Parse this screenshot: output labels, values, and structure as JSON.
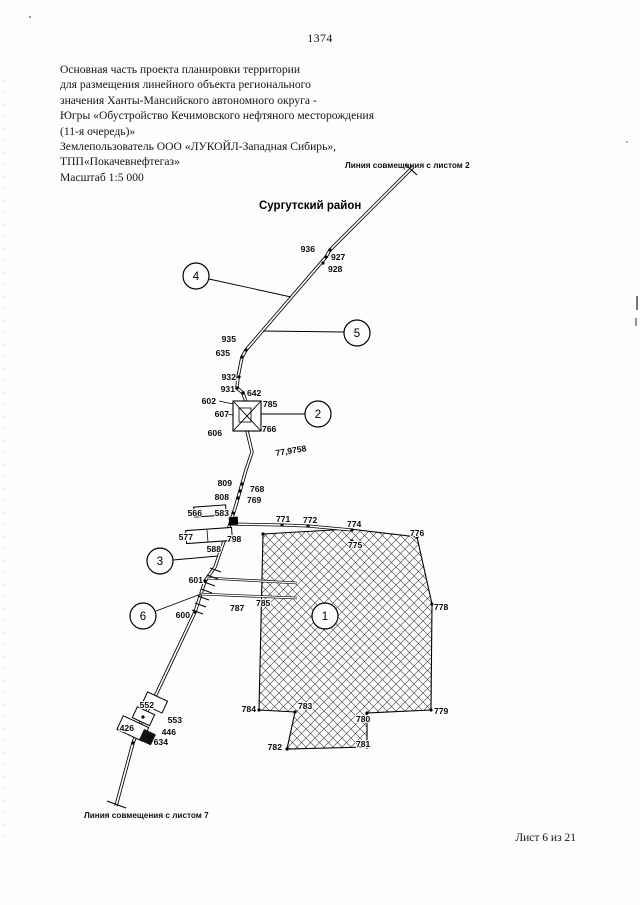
{
  "page": {
    "number": "1374",
    "sheet_info": "Лист 6 из 21"
  },
  "title_block": {
    "lines": [
      "Основная часть проекта планировки территории",
      "для размещения линейного объекта регионального",
      "значения Ханты-Мансийского автономного округа -",
      "Югры «Обустройство Кечимовского нефтяного месторождения",
      "(11-я очередь)»",
      "Землепользователь ООО «ЛУКОЙЛ-Западная Сибирь»,",
      "ТПП«Покачевнефтегаз»",
      "Масштаб 1:5 000"
    ]
  },
  "map": {
    "region_label": "Сургутский район",
    "match_line_top_label": "Линия совмещения с листом 2",
    "match_line_bottom_label": "Линия совмещения с листом 7",
    "distance_label": "77,9758",
    "callout_circles": [
      "4",
      "5",
      "2",
      "3",
      "6",
      "1"
    ],
    "point_labels": [
      "936",
      "927",
      "928",
      "935",
      "635",
      "932",
      "931",
      "642",
      "602",
      "785",
      "607",
      "606",
      "766",
      "809",
      "768",
      "808",
      "769",
      "566",
      "583",
      "771",
      "772",
      "774",
      "776",
      "577",
      "798",
      "775",
      "588",
      "601",
      "787",
      "785",
      "600",
      "778",
      "552",
      "784",
      "783",
      "779",
      "780",
      "553",
      "426",
      "446",
      "634",
      "782",
      "781"
    ]
  }
}
